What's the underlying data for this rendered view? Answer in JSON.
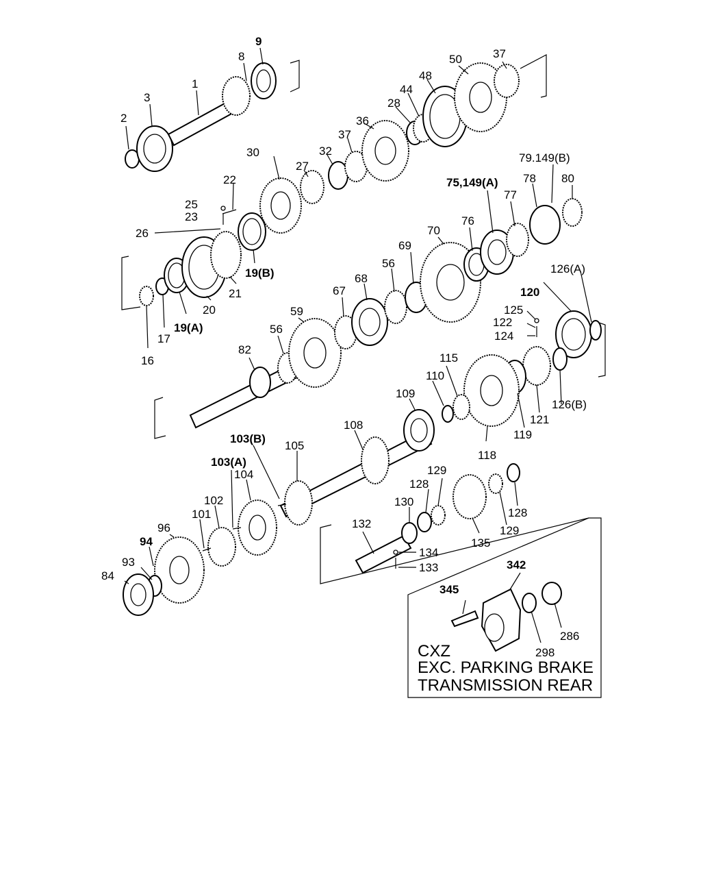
{
  "labels": {
    "p1": "1",
    "p2": "2",
    "p3": "3",
    "p8": "8",
    "p9": "9",
    "p16": "16",
    "p17": "17",
    "p19a": "19(A)",
    "p19b": "19(B)",
    "p20": "20",
    "p21": "21",
    "p22": "22",
    "p23": "23",
    "p25": "25",
    "p26": "26",
    "p27": "27",
    "p28": "28",
    "p30": "30",
    "p32": "32",
    "p36": "36",
    "p37a": "37",
    "p37b": "37",
    "p44": "44",
    "p48": "48",
    "p50": "50",
    "p56a": "56",
    "p56b": "56",
    "p59": "59",
    "p67": "67",
    "p68": "68",
    "p69": "69",
    "p70": "70",
    "p75": "75,149(A)",
    "p76": "76",
    "p77": "77",
    "p78": "78",
    "p79": "79.149(B)",
    "p80": "80",
    "p82": "82",
    "p84": "84",
    "p93": "93",
    "p94": "94",
    "p96": "96",
    "p101": "101",
    "p102": "102",
    "p103a": "103(A)",
    "p103b": "103(B)",
    "p104": "104",
    "p105": "105",
    "p108": "108",
    "p109": "109",
    "p110": "110",
    "p115": "115",
    "p118": "118",
    "p119": "119",
    "p120": "120",
    "p121": "121",
    "p122": "122",
    "p124": "124",
    "p125": "125",
    "p126a": "126(A)",
    "p126b": "126(B)",
    "p128a": "128",
    "p128b": "128",
    "p129a": "129",
    "p129b": "129",
    "p130": "130",
    "p132": "132",
    "p133": "133",
    "p134": "134",
    "p135": "135",
    "p286": "286",
    "p298": "298",
    "p342": "342",
    "p345": "345"
  },
  "note": {
    "line1": "CXZ",
    "line2": "EXC. PARKING BRAKE",
    "line3": "TRANSMISSION REAR"
  }
}
